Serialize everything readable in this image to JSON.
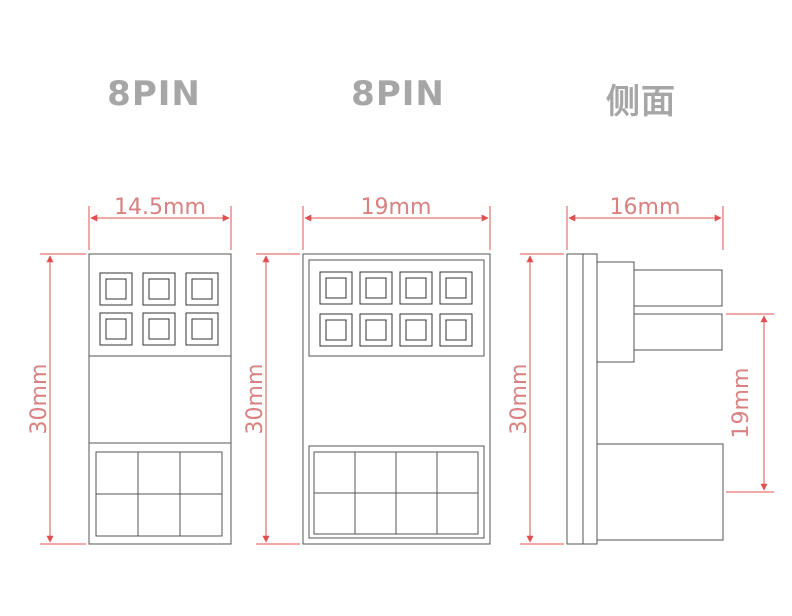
{
  "titles": {
    "left": "8PIN",
    "middle": "8PIN",
    "right": "侧面"
  },
  "dims": {
    "left_width": "14.5mm",
    "middle_width": "19mm",
    "side_width": "16mm",
    "left_height": "30mm",
    "middle_height": "30mm",
    "side_height": "30mm",
    "side_partial_height": "19mm"
  },
  "colors": {
    "dimension": "#e05050",
    "outline": "#444444",
    "title": "#a6a6a6"
  }
}
